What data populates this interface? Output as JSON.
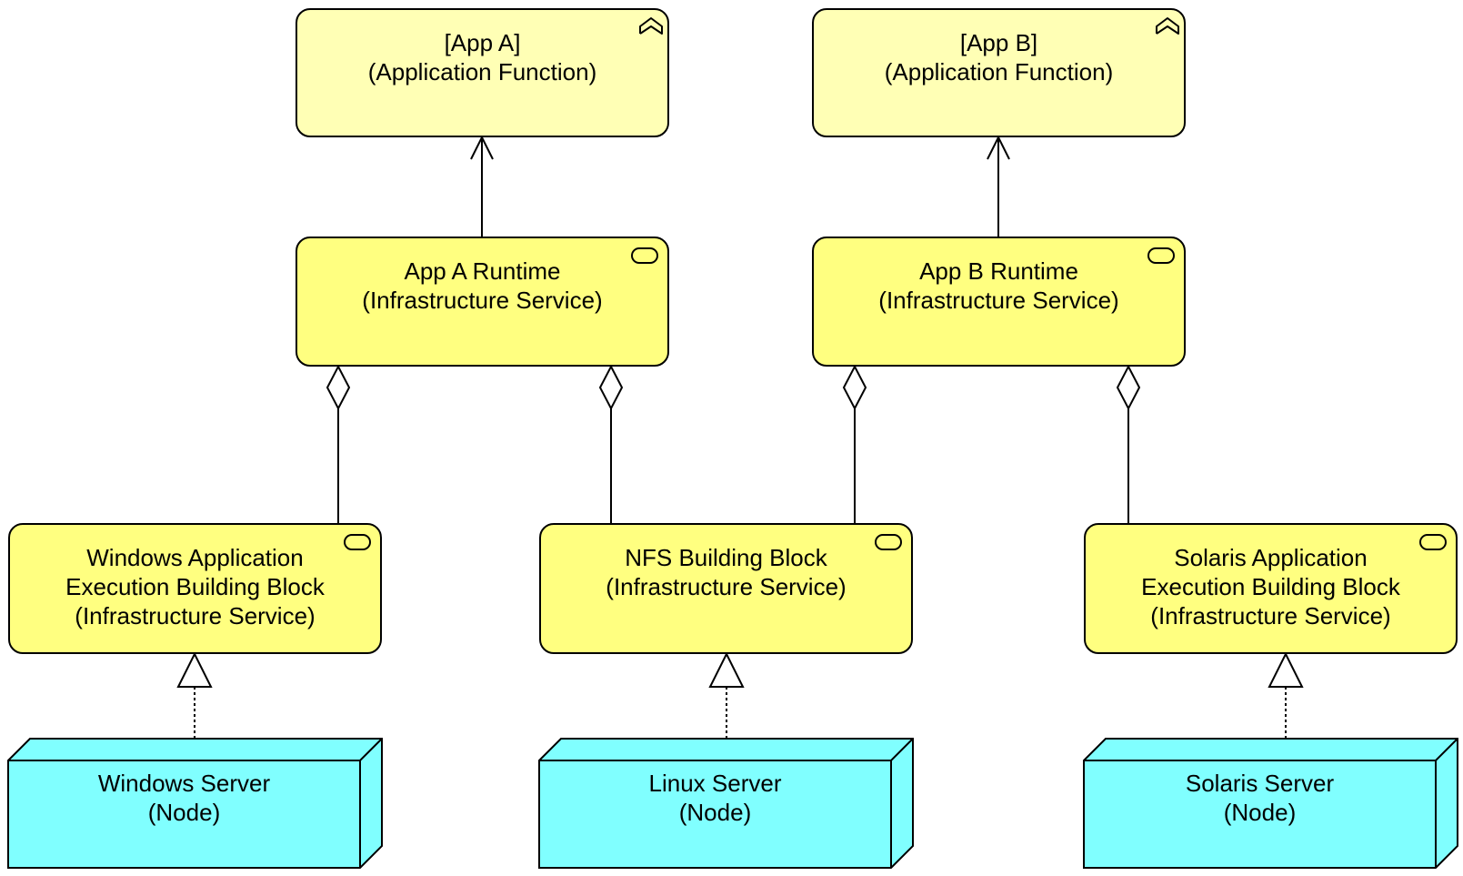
{
  "elements": {
    "app_a_function": {
      "name": "[App A]",
      "type": "(Application Function)"
    },
    "app_b_function": {
      "name": "[App B]",
      "type": "(Application Function)"
    },
    "app_a_runtime": {
      "name": "App A Runtime",
      "type": "(Infrastructure Service)"
    },
    "app_b_runtime": {
      "name": "App B Runtime",
      "type": "(Infrastructure Service)"
    },
    "windows_bb": {
      "name": "Windows Application\nExecution Building Block",
      "type": "(Infrastructure Service)"
    },
    "nfs_bb": {
      "name": "NFS Building Block",
      "type": "(Infrastructure Service)"
    },
    "solaris_bb": {
      "name": "Solaris Application\nExecution Building Block",
      "type": "(Infrastructure Service)"
    },
    "windows_server": {
      "name": "Windows Server",
      "type": "(Node)"
    },
    "linux_server": {
      "name": "Linux Server",
      "type": "(Node)"
    },
    "solaris_server": {
      "name": "Solaris Server",
      "type": "(Node)"
    }
  },
  "relationships": [
    {
      "type": "serving",
      "from": "App A Runtime",
      "to": "[App A]"
    },
    {
      "type": "serving",
      "from": "App B Runtime",
      "to": "[App B]"
    },
    {
      "type": "aggregation",
      "from": "App A Runtime",
      "to": "Windows Application Execution Building Block"
    },
    {
      "type": "aggregation",
      "from": "App A Runtime",
      "to": "NFS Building Block"
    },
    {
      "type": "aggregation",
      "from": "App B Runtime",
      "to": "NFS Building Block"
    },
    {
      "type": "aggregation",
      "from": "App B Runtime",
      "to": "Solaris Application Execution Building Block"
    },
    {
      "type": "realization",
      "from": "Windows Server",
      "to": "Windows Application Execution Building Block"
    },
    {
      "type": "realization",
      "from": "Linux Server",
      "to": "NFS Building Block"
    },
    {
      "type": "realization",
      "from": "Solaris Server",
      "to": "Solaris Application Execution Building Block"
    }
  ],
  "colors": {
    "application_function_fill": "#ffffb5",
    "infrastructure_service_fill": "#ffff80",
    "node_fill": "#80ffff",
    "line": "#000000"
  },
  "icons": {
    "application_function": "function-chevron-icon",
    "infrastructure_service": "service-pill-icon"
  }
}
